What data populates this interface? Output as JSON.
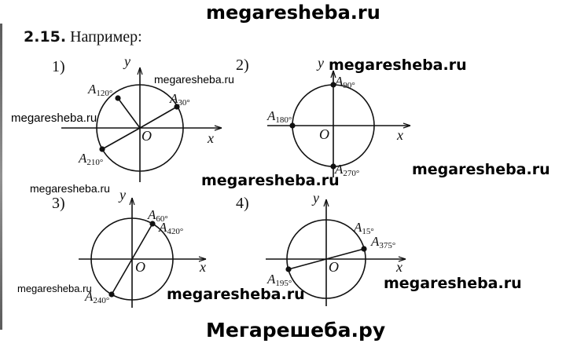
{
  "watermarks": {
    "header": "megaresheba.ru",
    "w1": "megaresheba.ru",
    "w2": "megaresheba.ru",
    "w3": "megaresheba.ru",
    "w4": "megaresheba.ru",
    "w5": "megaresheba.ru",
    "w6": "megaresheba.ru",
    "w7": "megaresheba.ru",
    "w8": "megaresheba.ru",
    "footer": "Мегарешеба.ру"
  },
  "task": {
    "number": "2.15.",
    "text": "Например:"
  },
  "figures": [
    {
      "label": "1)",
      "axis_x": "x",
      "axis_y": "y",
      "origin": "O",
      "points": [
        {
          "letter": "A",
          "sub": "120°"
        },
        {
          "letter": "A",
          "sub": "30°"
        },
        {
          "letter": "A",
          "sub": "210°"
        }
      ]
    },
    {
      "label": "2)",
      "axis_x": "x",
      "axis_y": "y",
      "origin": "O",
      "points": [
        {
          "letter": "A",
          "sub": "90°"
        },
        {
          "letter": "A",
          "sub": "180°"
        },
        {
          "letter": "A",
          "sub": "270°"
        }
      ]
    },
    {
      "label": "3)",
      "axis_x": "x",
      "axis_y": "y",
      "origin": "O",
      "points": [
        {
          "letter": "A",
          "sub": "60°"
        },
        {
          "letter": "A",
          "sub": "420°"
        },
        {
          "letter": "A",
          "sub": "240°"
        }
      ]
    },
    {
      "label": "4)",
      "axis_x": "x",
      "axis_y": "y",
      "origin": "O",
      "points": [
        {
          "letter": "A",
          "sub": "15°"
        },
        {
          "letter": "A",
          "sub": "375°"
        },
        {
          "letter": "A",
          "sub": "195°"
        }
      ]
    }
  ]
}
